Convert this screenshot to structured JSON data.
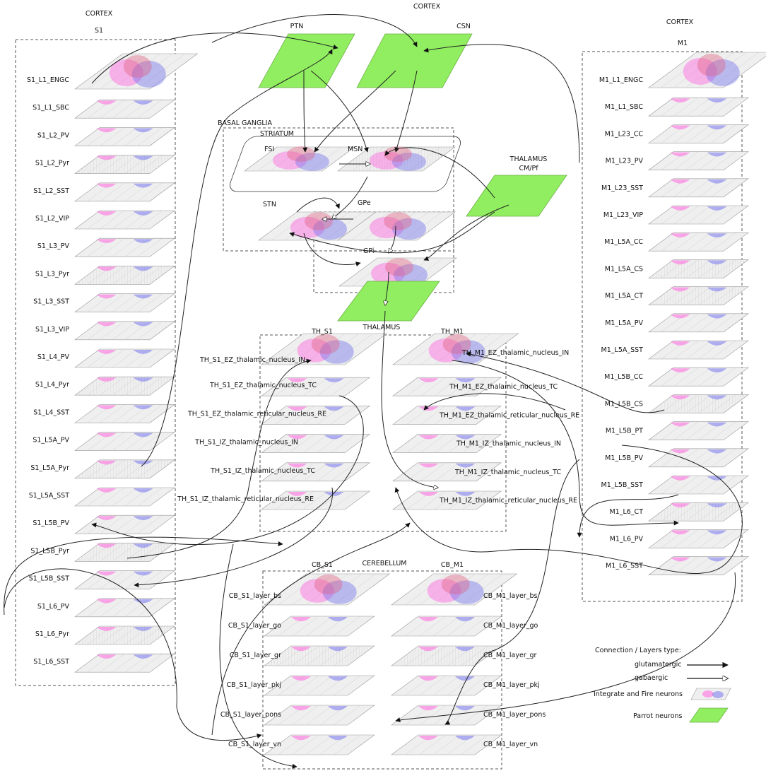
{
  "headers": {
    "cortex_top": "CORTEX",
    "cortex_left": "CORTEX",
    "s1": "S1",
    "cortex_right": "CORTEX",
    "m1": "M1",
    "ptn": "PTN",
    "csn": "CSN",
    "basal_ganglia": "BASAL GANGLIA",
    "striatum": "STRIATUM",
    "fsi": "FSI",
    "msn": "MSN",
    "stn": "STN",
    "gpe": "GPe",
    "gpi": "GPi",
    "thalamus_top": "THALAMUS",
    "cm_pf": "CM/Pf",
    "thalamus_mid": "THALAMUS",
    "th_s1": "TH_S1",
    "th_m1": "TH_M1",
    "cerebellum": "CEREBELLUM",
    "cb_s1": "CB_S1",
    "cb_m1": "CB_M1"
  },
  "s1_layers": [
    "S1_L1_ENGC",
    "S1_L1_SBC",
    "S1_L2_PV",
    "S1_L2_Pyr",
    "S1_L2_SST",
    "S1_L2_VIP",
    "S1_L3_PV",
    "S1_L3_Pyr",
    "S1_L3_SST",
    "S1_L3_VIP",
    "S1_L4_PV",
    "S1_L4_Pyr",
    "S1_L4_SST",
    "S1_L5A_PV",
    "S1_L5A_Pyr",
    "S1_L5A_SST",
    "S1_L5B_PV",
    "S1_L5B_Pyr",
    "S1_L5B_SST",
    "S1_L6_PV",
    "S1_L6_Pyr",
    "S1_L6_SST"
  ],
  "m1_layers": [
    "M1_L1_ENGC",
    "M1_L1_SBC",
    "M1_L23_CC",
    "M1_L23_PV",
    "M1_L23_SST",
    "M1_L23_VIP",
    "M1_L5A_CC",
    "M1_L5A_CS",
    "M1_L5A_CT",
    "M1_L5A_PV",
    "M1_L5A_SST",
    "M1_L5B_CC",
    "M1_L5B_CS",
    "M1_L5B_PT",
    "M1_L5B_PV",
    "M1_L5B_SST",
    "M1_L6_CT",
    "M1_L6_PV",
    "M1_L6_SST"
  ],
  "th_s1_layers": [
    "TH_S1_EZ_thalamic_nucleus_IN",
    "TH_S1_EZ_thalamic_nucleus_TC",
    "TH_S1_EZ_thalamic_reticular_nucleus_RE",
    "TH_S1_IZ_thalamic_nucleus_IN",
    "TH_S1_IZ_thalamic_nucleus_TC",
    "TH_S1_IZ_thalamic_reticular_nucleus_RE"
  ],
  "th_m1_layers": [
    "TH_M1_EZ_thalamic_nucleus_IN",
    "TH_M1_EZ_thalamic_nucleus_TC",
    "TH_M1_EZ_thalamic_reticular_nucleus_RE",
    "TH_M1_IZ_thalamic_nucleus_IN",
    "TH_M1_IZ_thalamic_nucleus_TC",
    "TH_M1_IZ_thalamic_reticular_nucleus_RE"
  ],
  "cb_s1_layers": [
    "CB_S1_layer_bs",
    "CB_S1_layer_go",
    "CB_S1_layer_gr",
    "CB_S1_layer_pkj",
    "CB_S1_layer_pons",
    "CB_S1_layer_vn"
  ],
  "cb_m1_layers": [
    "CB_M1_layer_bs",
    "CB_M1_layer_go",
    "CB_M1_layer_gr",
    "CB_M1_layer_pkj",
    "CB_M1_layer_pons",
    "CB_M1_layer_vn"
  ],
  "legend": {
    "title": "Connection / Layers type:",
    "glutamatergic": "glutamatergic",
    "gabaergic": "gabaergic",
    "iaf": "Integrate and Fire neurons",
    "parrot": "Parrot neurons"
  },
  "colors": {
    "parrot_green": "#90ee60",
    "excitatory_pink": "#ff66e0",
    "inhibitory_blue": "#7777ee",
    "slab_gray": "#efefef"
  }
}
